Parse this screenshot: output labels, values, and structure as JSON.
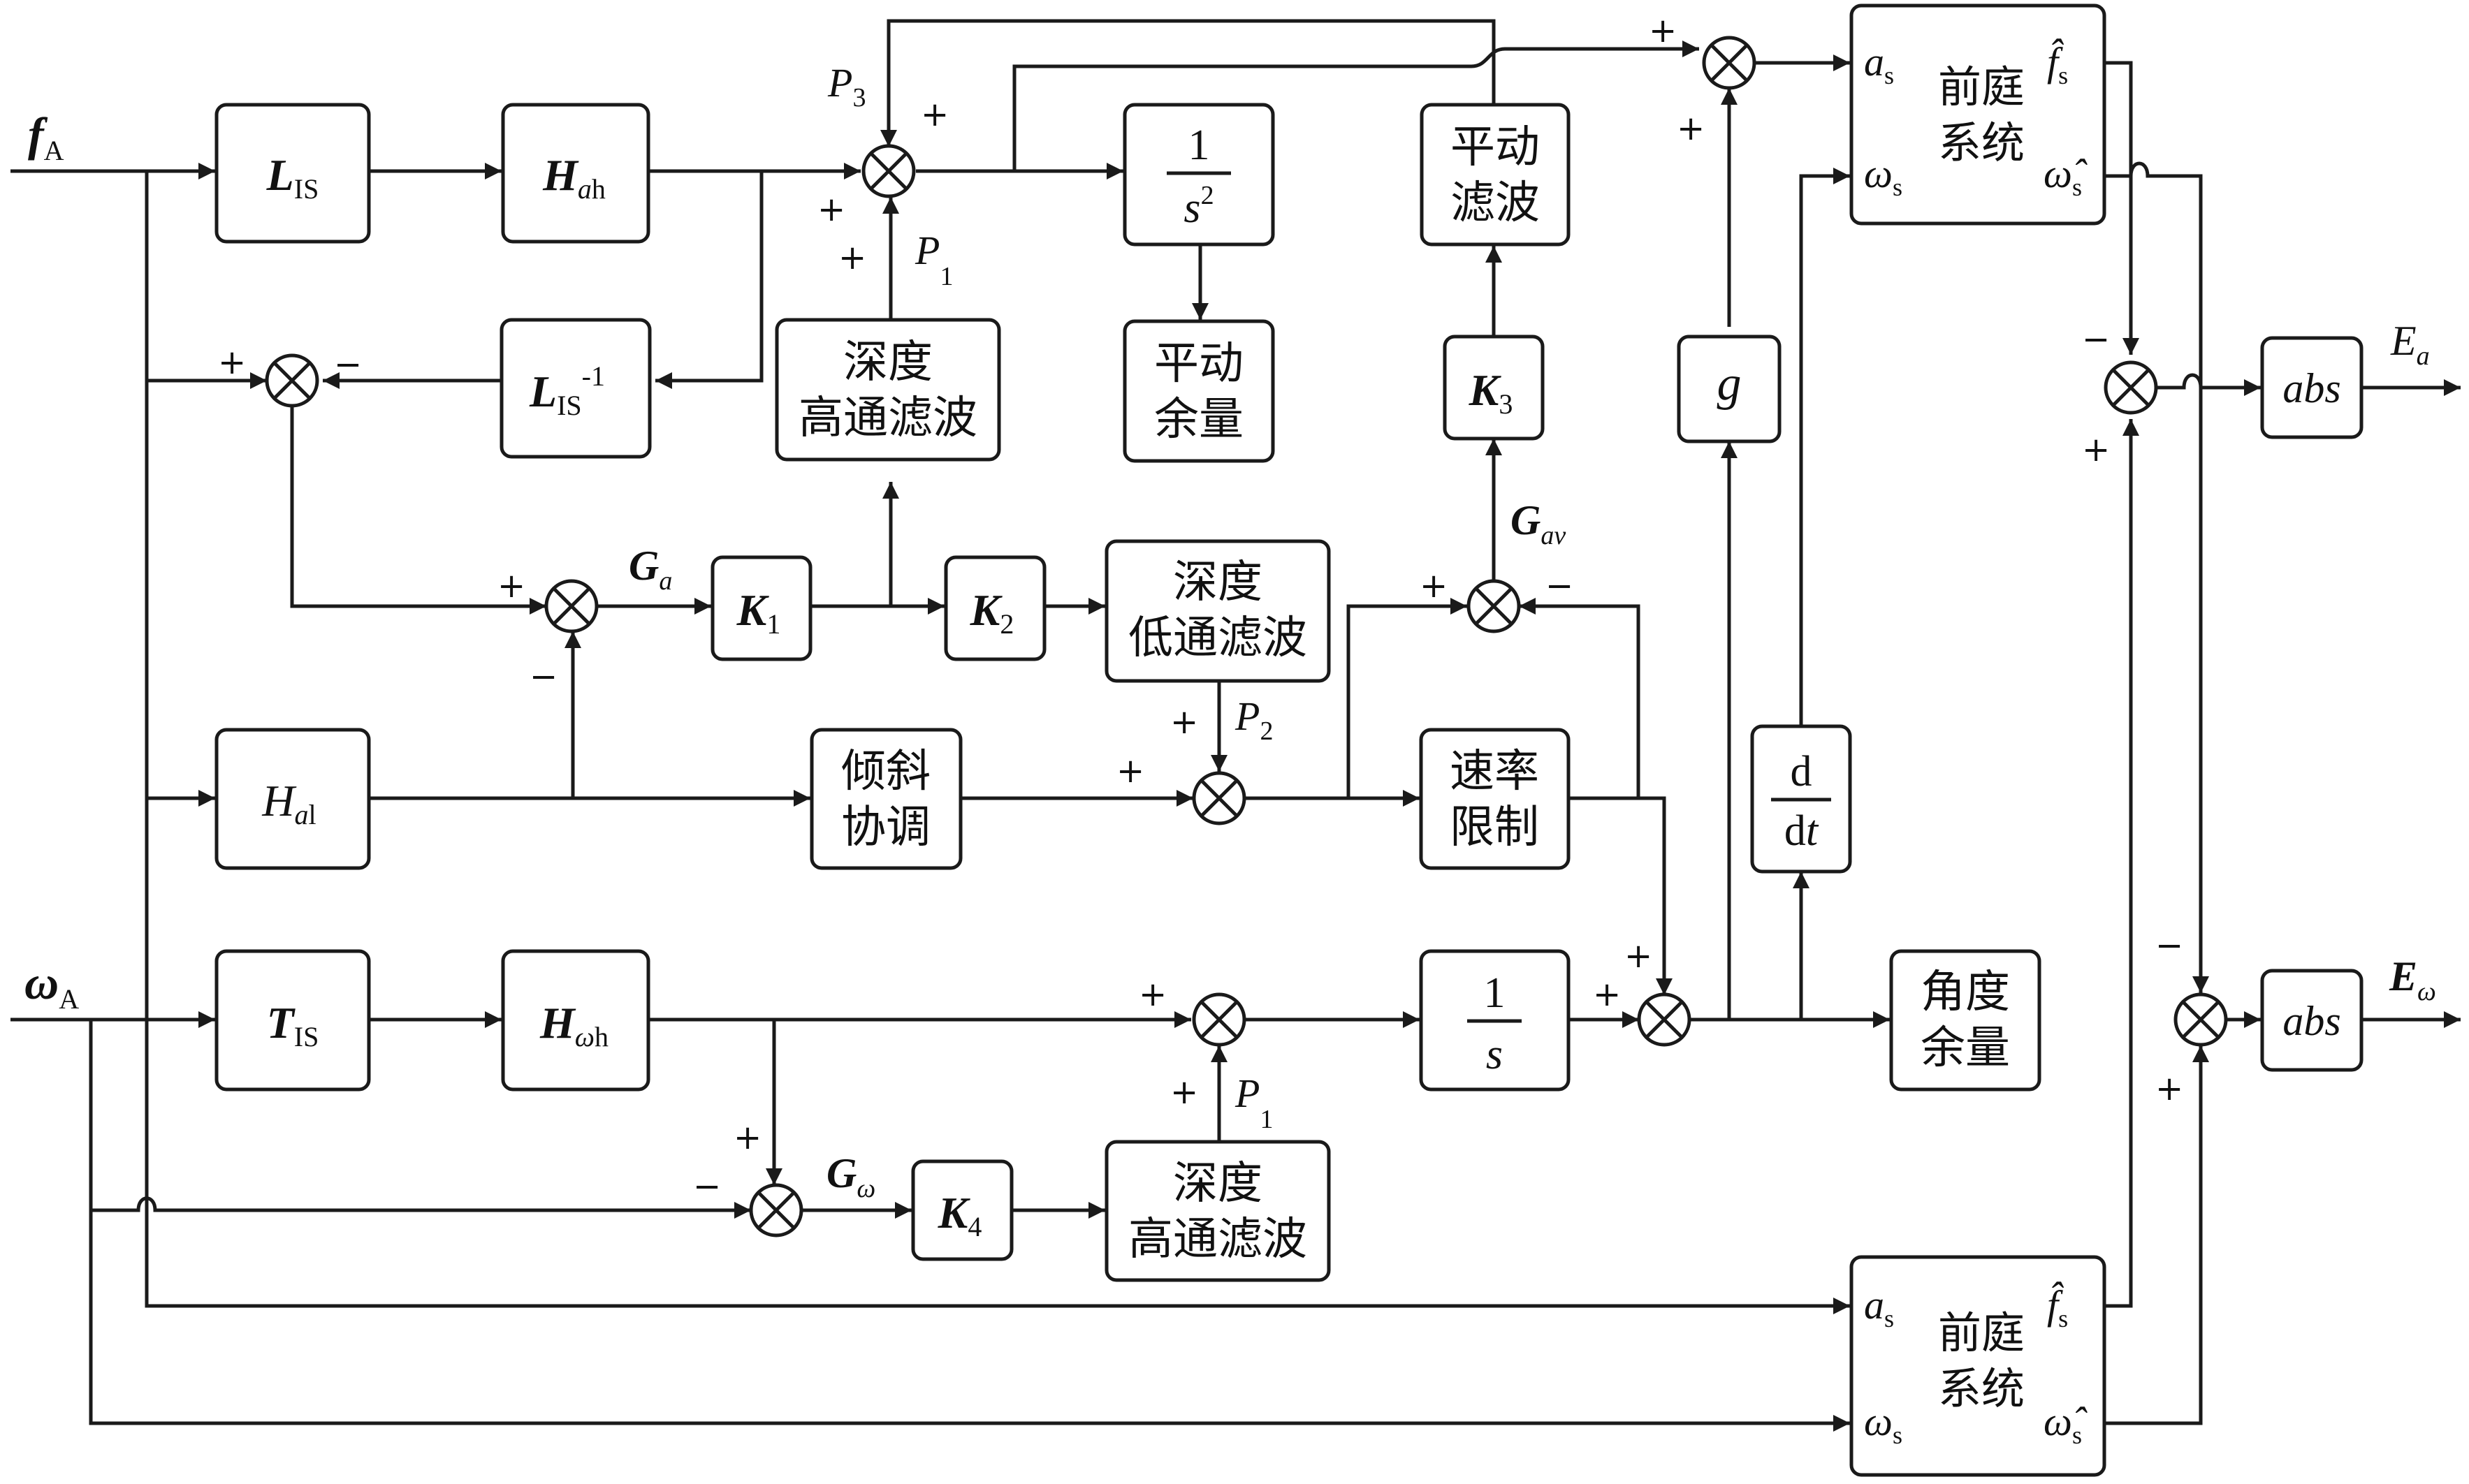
{
  "inputs": {
    "f_main": "f",
    "f_sub": "A",
    "w_main": "ω",
    "w_sub": "A"
  },
  "blocks": {
    "L_IS": {
      "main": "L",
      "sub": "IS"
    },
    "H_ah": {
      "main": "H",
      "sub_it": "a",
      "sub": "h"
    },
    "L_IS_inv": {
      "main": "L",
      "sub": "IS",
      "sup": "-1"
    },
    "int2": {
      "num": "1",
      "den": "s",
      "den_sup": "2"
    },
    "pitch_margin": {
      "line1": "平动",
      "line2": "余量"
    },
    "deep_hp_1": {
      "line1": "深度",
      "line2": "高通滤波"
    },
    "trans_filter": {
      "line1": "平动",
      "line2": "滤波"
    },
    "K3": {
      "main": "K",
      "sub": "3"
    },
    "g": {
      "label": "g"
    },
    "K1": {
      "main": "K",
      "sub": "1"
    },
    "K2": {
      "main": "K",
      "sub": "2"
    },
    "deep_lp": {
      "line1": "深度",
      "line2": "低通滤波"
    },
    "H_al": {
      "main": "H",
      "sub_it": "a",
      "sub": "l"
    },
    "tilt": {
      "line1": "倾斜",
      "line2": "协调"
    },
    "rate_limit": {
      "line1": "速率",
      "line2": "限制"
    },
    "ddt": {
      "num": "d",
      "den_a": "d",
      "den_b": "t"
    },
    "T_IS": {
      "main": "T",
      "sub": "IS"
    },
    "H_wh": {
      "main": "H",
      "sub_it": "ω",
      "sub": "h"
    },
    "int1": {
      "num": "1",
      "den": "s"
    },
    "angle_margin": {
      "line1": "角度",
      "line2": "余量"
    },
    "K4": {
      "main": "K",
      "sub": "4"
    },
    "deep_hp_2": {
      "line1": "深度",
      "line2": "高通滤波"
    },
    "abs_a": {
      "label": "abs"
    },
    "abs_w": {
      "label": "abs"
    },
    "vest_top": {
      "a": "a",
      "a_sub": "s",
      "w": "ω",
      "w_sub": "s",
      "cn1": "前庭",
      "cn2": "系统",
      "f_hat": "f̂",
      "f_hat_sub": "s",
      "w_hat": "ω̂",
      "w_hat_sub": "s"
    },
    "vest_bottom": {
      "a": "a",
      "a_sub": "s",
      "w": "ω",
      "w_sub": "s",
      "cn1": "前庭",
      "cn2": "系统",
      "f_hat": "f̂",
      "f_hat_sub": "s",
      "w_hat": "ω̂",
      "w_hat_sub": "s"
    }
  },
  "signals": {
    "P3": {
      "main": "P",
      "sub": "3"
    },
    "P1_top": {
      "main": "P",
      "sub": "1"
    },
    "P2": {
      "main": "P",
      "sub": "2"
    },
    "P1_bottom": {
      "main": "P",
      "sub": "1"
    },
    "Ga": {
      "main": "G",
      "sub": "a"
    },
    "Gav": {
      "main": "G",
      "sub": "av"
    },
    "Gw": {
      "main": "G",
      "sub": "ω"
    }
  },
  "outputs": {
    "Ea": {
      "main": "E",
      "sub": "a"
    },
    "Ew": {
      "main": "E",
      "sub": "ω"
    }
  },
  "signs": {
    "plus": "+",
    "minus": "−"
  }
}
